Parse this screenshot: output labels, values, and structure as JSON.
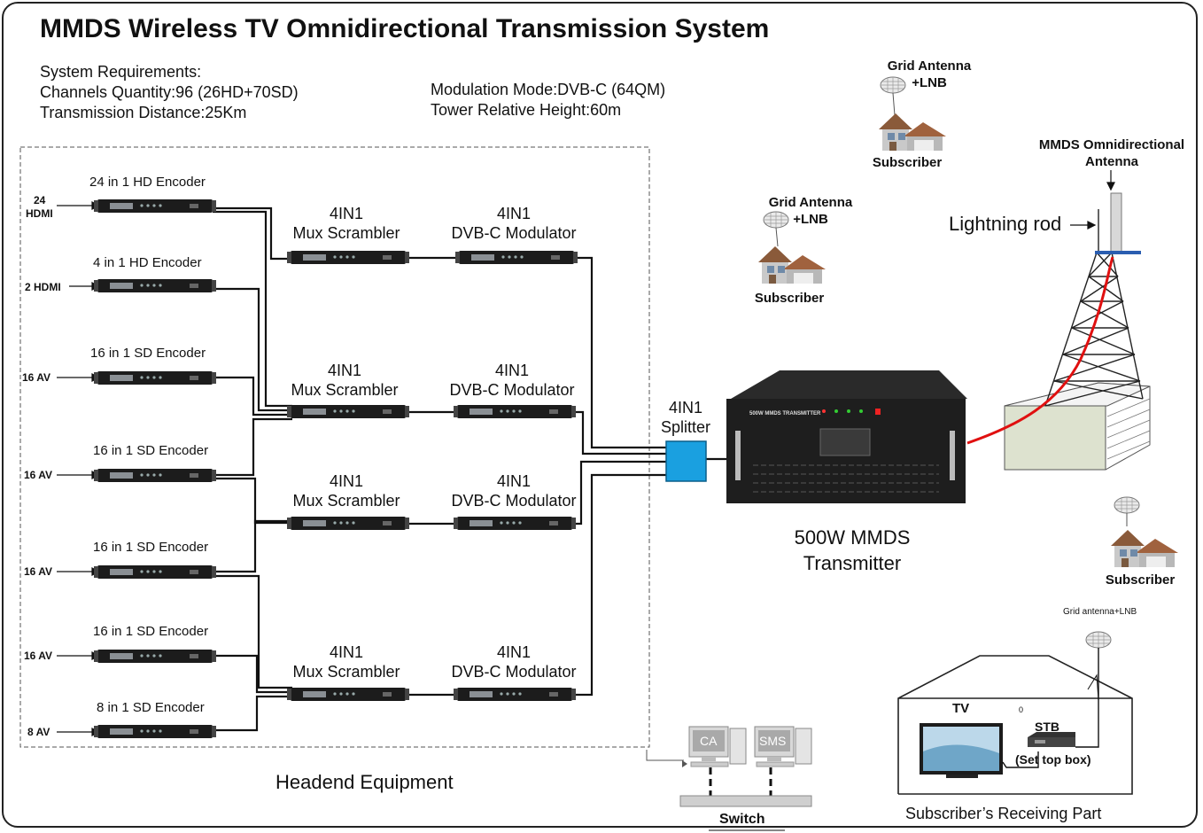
{
  "title": "MMDS Wireless TV Omnidirectional Transmission System",
  "requirements": {
    "heading": "System Requirements:",
    "channels": "Channels Quantity:96 (26HD+70SD)",
    "distance": "Transmission Distance:25Km",
    "modulation": "Modulation Mode:DVB-C (64QM)",
    "tower_height": "Tower Relative Height:60m"
  },
  "encoders": [
    {
      "label": "24 in 1 HD Encoder",
      "input_line1": "24",
      "input_line2": "HDMI"
    },
    {
      "label": "4 in 1 HD Encoder",
      "input_line1": "2 HDMI",
      "input_line2": ""
    },
    {
      "label": "16 in 1 SD Encoder",
      "input_line1": "16 AV",
      "input_line2": ""
    },
    {
      "label": "16 in 1 SD Encoder",
      "input_line1": "16 AV",
      "input_line2": ""
    },
    {
      "label": "16 in 1 SD Encoder",
      "input_line1": "16 AV",
      "input_line2": ""
    },
    {
      "label": "16 in 1 SD Encoder",
      "input_line1": "16 AV",
      "input_line2": ""
    },
    {
      "label": "8 in 1 SD Encoder",
      "input_line1": "8 AV",
      "input_line2": ""
    }
  ],
  "scramblers": {
    "line1": "4IN1",
    "line2": "Mux Scrambler"
  },
  "modulators": {
    "line1": "4IN1",
    "line2": "DVB-C Modulator"
  },
  "splitter": {
    "line1": "4IN1",
    "line2": "Splitter"
  },
  "transmitter": {
    "line1": "500W MMDS",
    "line2": "Transmitter",
    "panel_text": "500W MMDS TRANSMITTER"
  },
  "headend_label": "Headend Equipment",
  "switch_area": {
    "ca": "CA",
    "sms": "SMS",
    "switch": "Switch"
  },
  "tower": {
    "antenna_line1": "MMDS Omnidirectional",
    "antenna_line2": "Antenna",
    "lightning_rod": "Lightning rod"
  },
  "subscribers": [
    {
      "antenna_line1": "Grid Antenna",
      "antenna_line2": "+LNB",
      "label": "Subscriber"
    },
    {
      "antenna_line1": "Grid Antenna",
      "antenna_line2": "+LNB",
      "label": "Subscriber"
    },
    {
      "label": "Subscriber"
    }
  ],
  "receiving": {
    "grid_antenna": "Grid antenna+LNB",
    "tv": "TV",
    "stray": "0",
    "stb": "STB",
    "stb_full": "(Set top box)",
    "caption": "Subscriber’s Receiving Part"
  },
  "colors": {
    "device": "#1c1c1c",
    "splitter": "#1aa0e0",
    "rf_cable": "#e01010",
    "building": "#dde2cf"
  }
}
